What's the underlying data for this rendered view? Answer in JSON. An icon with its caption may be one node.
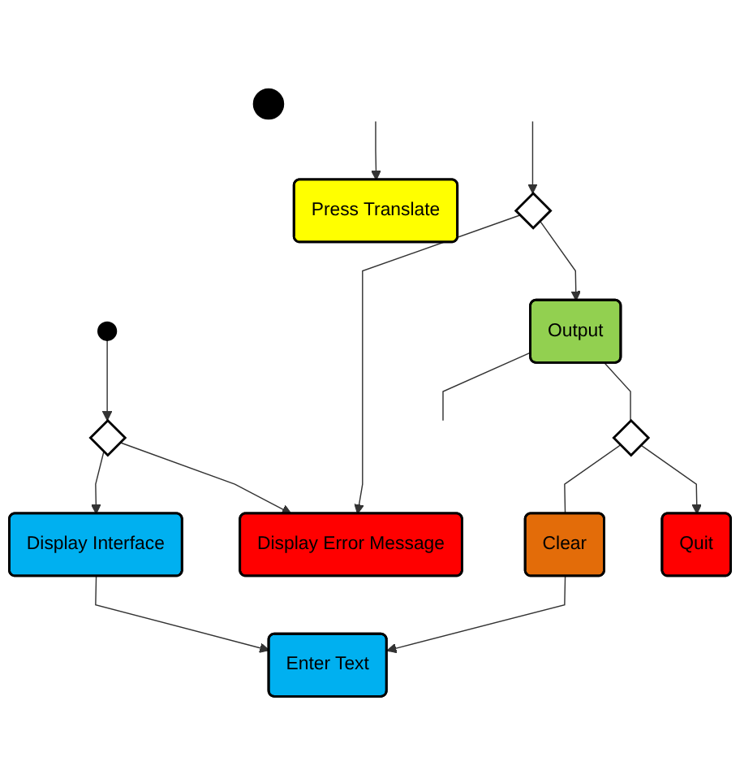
{
  "diagram": {
    "nodes": [
      {
        "text": [],
        "shape": "circle"
      },
      {
        "text": [],
        "shape": "diamond"
      },
      {
        "text": [
          "Display Interface"
        ]
      },
      {
        "text": [
          "Display Error Message"
        ]
      },
      {
        "text": [
          "Enter Text"
        ]
      },
      {
        "text": [
          "Press Translate"
        ]
      },
      {
        "text": [],
        "shape": "diamond"
      },
      {
        "text": [
          "Clear"
        ]
      },
      {
        "text": [],
        "shape": "diamond"
      },
      {
        "text": [
          "Output"
        ]
      },
      {
        "text": [
          "Quit"
        ]
      },
      {
        "text": [],
        "shape": "circle"
      }
    ],
    "edges": [
      {
        "from": 0,
        "to": 1,
        "arrow": "to"
      },
      {
        "from": 1,
        "to": 2,
        "arrow": "to"
      },
      {
        "from": 1,
        "to": 3,
        "arrow": "to"
      },
      {
        "from": 2,
        "to": 4,
        "arrow": "to"
      },
      {
        "from": 7,
        "to": 4,
        "arrow": "to"
      },
      {
        "from": null,
        "to": 5,
        "arrow": "to"
      },
      {
        "from": 6,
        "to": 3,
        "arrow": "to"
      },
      {
        "from": null,
        "to": 6,
        "arrow": "to"
      },
      {
        "from": 6,
        "to": 9,
        "arrow": "to"
      },
      {
        "from": 8,
        "to": 7,
        "arrow": "none"
      },
      {
        "from": 9,
        "to": 8,
        "arrow": "none"
      },
      {
        "from": 8,
        "to": 10,
        "arrow": "to"
      },
      {
        "from": 9,
        "to": null,
        "arrow": "none"
      }
    ]
  }
}
